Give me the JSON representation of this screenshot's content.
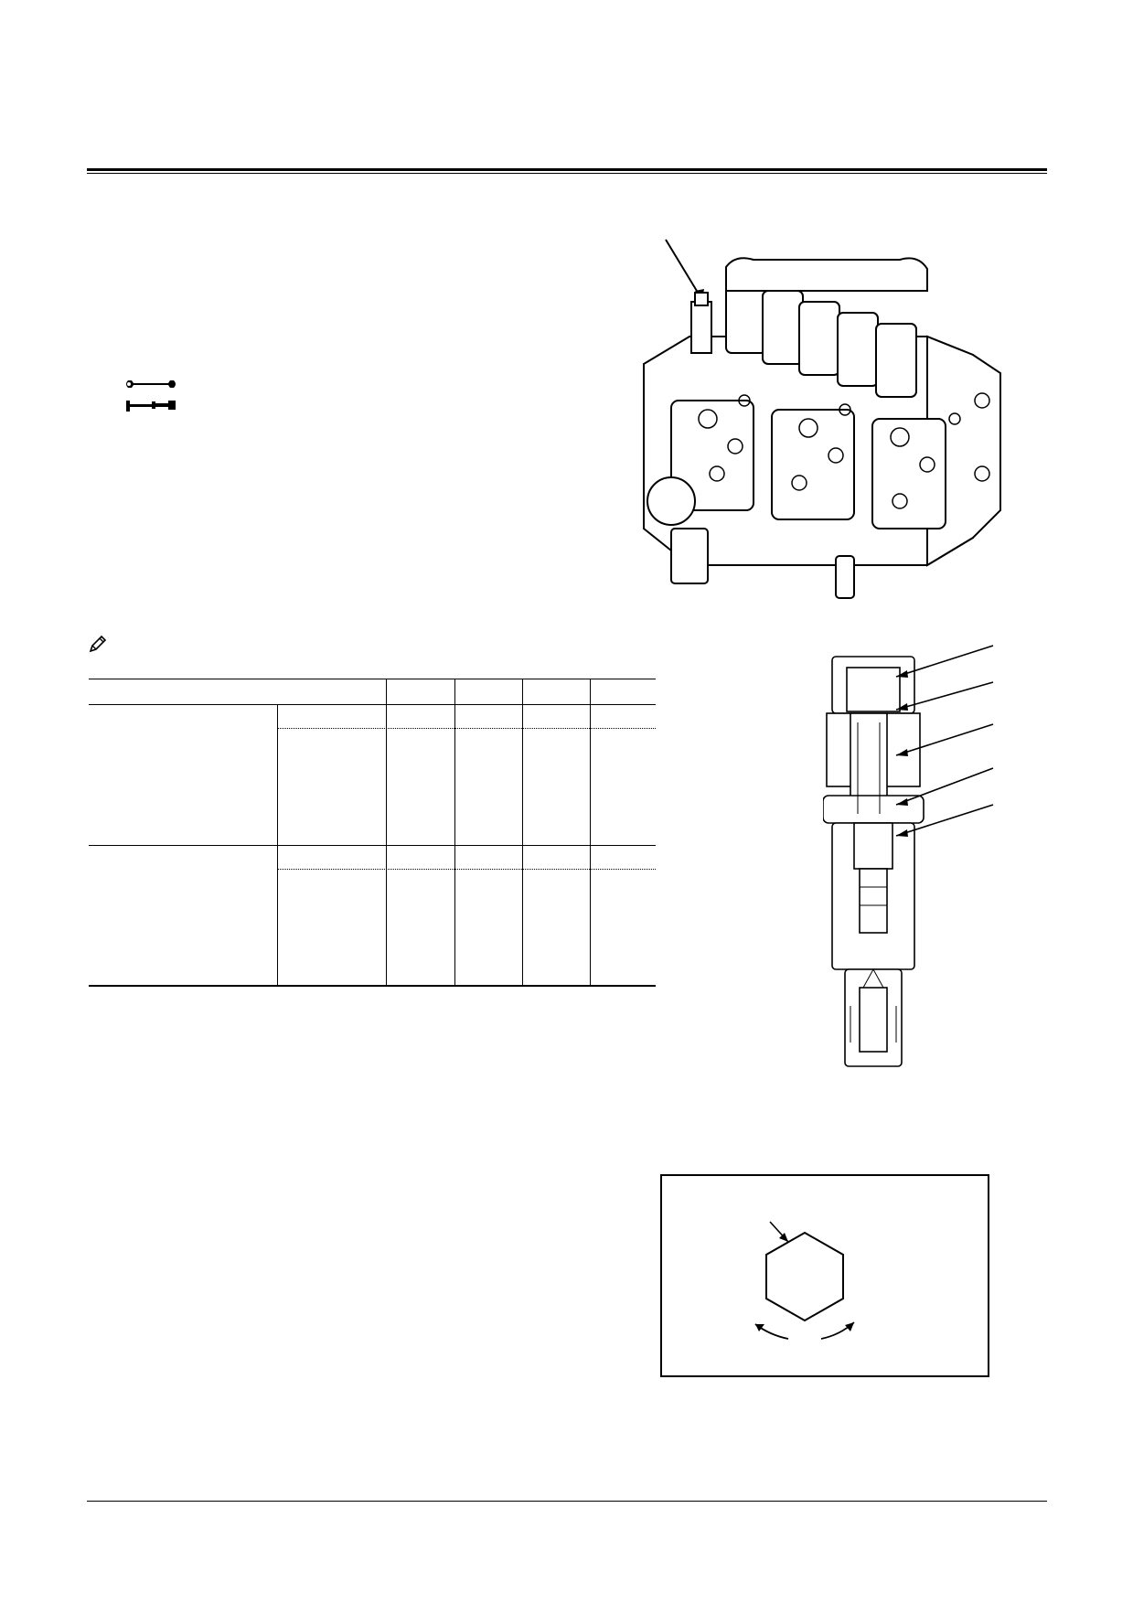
{
  "page": {
    "header_text": "",
    "footer_text": ""
  },
  "tools": {
    "icons": [
      "wrench-icon",
      "torque-wrench-icon"
    ],
    "values": [
      "",
      ""
    ]
  },
  "note": {
    "icon": "pencil-note-icon",
    "text": ""
  },
  "table": {
    "columns": [
      "",
      "",
      "",
      "",
      ""
    ],
    "rows": [
      {
        "group": "",
        "sub": [
          "",
          ""
        ],
        "values": [
          "",
          "",
          "",
          ""
        ]
      },
      {
        "group": "",
        "sub": [
          "",
          ""
        ],
        "values": [
          "",
          "",
          "",
          ""
        ]
      }
    ]
  },
  "figures": {
    "control_valve": {
      "icon": "control-valve-drawing"
    },
    "relief_valve_section": {
      "icon": "relief-valve-cross-section",
      "callouts": [
        "",
        "",
        "",
        "",
        ""
      ]
    },
    "adjuster": {
      "icon": "hex-adjuster-rotation-diagram"
    }
  }
}
